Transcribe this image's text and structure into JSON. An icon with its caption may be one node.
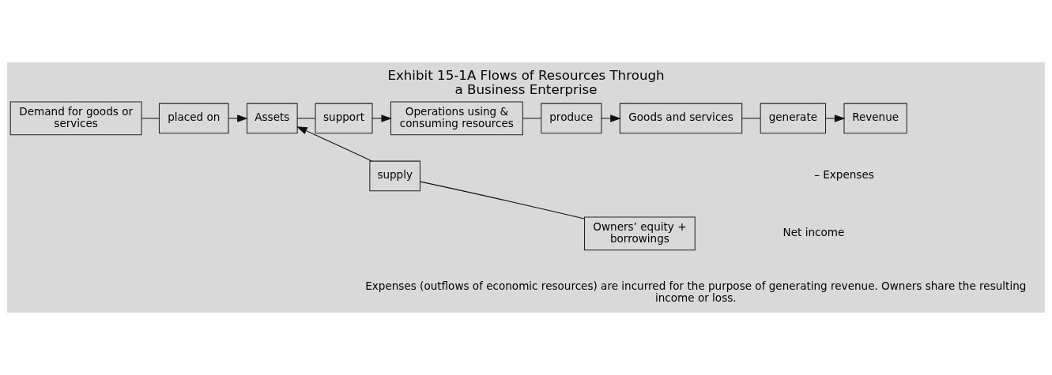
{
  "diagram": {
    "title": "Exhibit 15-1A Flows of Resources Through a Business Enterprise",
    "caption": "Expenses (outflows of economic resources) are incurred for the purpose of generating revenue. Owners share the resulting income or loss.",
    "nodes": [
      {
        "text": [
          "Demand for goods or services"
        ]
      },
      {
        "text": [
          "placed on"
        ]
      },
      {
        "text": [
          "Assets"
        ]
      },
      {
        "text": [
          "support"
        ]
      },
      {
        "text": [
          "Operations using & consuming resources"
        ]
      },
      {
        "text": [
          "produce"
        ]
      },
      {
        "text": [
          "Goods and services"
        ]
      },
      {
        "text": [
          "generate"
        ]
      },
      {
        "text": [
          "Revenue"
        ]
      },
      {
        "text": [
          "supply"
        ]
      },
      {
        "text": [
          "Owners’ equity + borrowings"
        ]
      }
    ],
    "edges": [
      {
        "from": 0,
        "to": 1,
        "arrow": "none"
      },
      {
        "from": 1,
        "to": 2,
        "arrow": "to"
      },
      {
        "from": 2,
        "to": 3,
        "arrow": "none"
      },
      {
        "from": 3,
        "to": 4,
        "arrow": "to"
      },
      {
        "from": 4,
        "to": 5,
        "arrow": "none"
      },
      {
        "from": 5,
        "to": 6,
        "arrow": "to"
      },
      {
        "from": 6,
        "to": 7,
        "arrow": "none"
      },
      {
        "from": 7,
        "to": 8,
        "arrow": "to"
      },
      {
        "from": 10,
        "to": 9,
        "arrow": "none"
      },
      {
        "from": 9,
        "to": 2,
        "arrow": "to"
      }
    ],
    "labels": [
      "– Expenses",
      "Net income"
    ]
  }
}
